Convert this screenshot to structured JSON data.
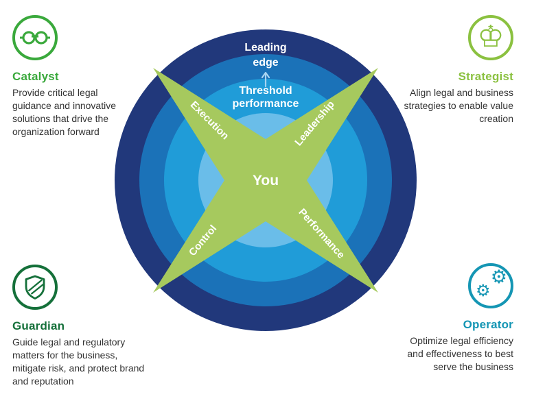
{
  "quadrants": {
    "catalyst": {
      "title": "Catalyst",
      "description": "Provide critical legal guidance and innovative solutions that drive the organization forward",
      "icon": "glasses-icon",
      "accent_color": "#3aa93c"
    },
    "strategist": {
      "title": "Strategist",
      "description": "Align legal and business strategies to enable value creation",
      "icon": "chess-king-icon",
      "icon_glyph": "♔",
      "accent_color": "#8bc140"
    },
    "guardian": {
      "title": "Guardian",
      "description": "Guide legal and regulatory matters for the business, mitigate risk, and protect brand and reputation",
      "icon": "shield-icon",
      "accent_color": "#15703a"
    },
    "operator": {
      "title": "Operator",
      "description": "Optimize legal efficiency and effectiveness to best serve the business",
      "icon": "gears-icon",
      "icon_glyph": "⚙",
      "accent_color": "#1596b4"
    }
  },
  "diagram": {
    "leading_edge": {
      "line1": "Leading",
      "line2": "edge"
    },
    "threshold": {
      "line1": "Threshold",
      "line2": "performance"
    },
    "center_label": "You",
    "arms": {
      "top_left": "Execution",
      "top_right": "Leadership",
      "bottom_left": "Control",
      "bottom_right": "Performance"
    },
    "colors": {
      "ring_outer": "#21387b",
      "ring_2": "#1b72b8",
      "ring_3": "#209cd8",
      "ring_inner": "#6abde9",
      "star": "#a6c95e",
      "arrow": "#a9d4f1"
    }
  }
}
